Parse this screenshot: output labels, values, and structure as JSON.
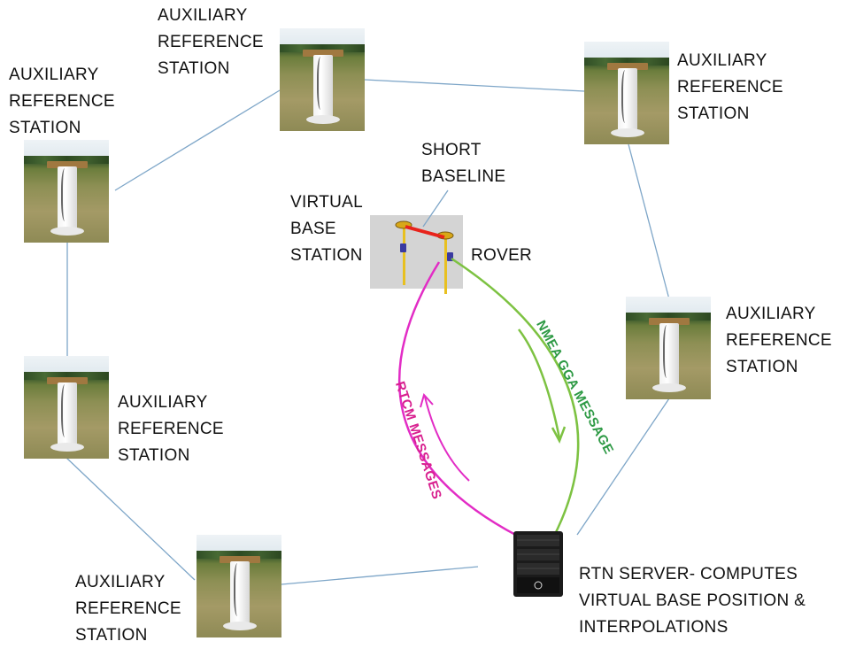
{
  "stations": [
    {
      "label": "AUXILIARY\nREFERENCE\nSTATION"
    },
    {
      "label": "AUXILIARY\nREFERENCE\nSTATION"
    },
    {
      "label": "AUXILIARY\nREFERENCE\nSTATION"
    },
    {
      "label": "AUXILIARY\nREFERENCE\nSTATION"
    },
    {
      "label": "AUXILIARY\nREFERENCE\nSTATION"
    },
    {
      "label": "AUXILIARY\nREFERENCE\nSTATION"
    }
  ],
  "short_baseline": "SHORT\nBASELINE",
  "virtual_base_station": "VIRTUAL\nBASE\nSTATION",
  "rover": "ROVER",
  "nmea_message": "NMEA GGA MESSAGE",
  "rtcm_messages": "RTCM MESSAGES",
  "server_label": "RTN SERVER- COMPUTES\nVIRTUAL BASE POSITION &\nINTERPOLATIONS",
  "colors": {
    "link_line": "#7ea6c8",
    "baseline": "#e8231b",
    "nmea": "#7dc242",
    "nmea_text": "#2e9a45",
    "rtcm": "#e22cc5",
    "rtcm_text": "#d8208f"
  }
}
